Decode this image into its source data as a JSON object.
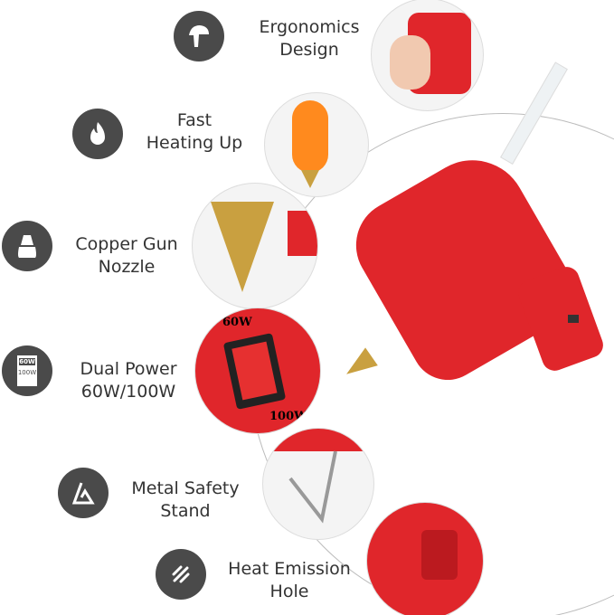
{
  "features": [
    {
      "line1": "Ergonomics",
      "line2": "Design",
      "icon": "hand-grip-icon"
    },
    {
      "line1": "Fast",
      "line2": "Heating Up",
      "icon": "flame-icon"
    },
    {
      "line1": "Copper Gun",
      "line2": "Nozzle",
      "icon": "nozzle-icon"
    },
    {
      "line1": "Dual Power",
      "line2": "60W/100W",
      "icon": "power-switch-icon",
      "icon_top": "60W",
      "icon_bottom": "100W"
    },
    {
      "line1": "Metal Safety",
      "line2": "Stand",
      "icon": "stand-icon"
    },
    {
      "line1": "Heat Emission",
      "line2": "Hole",
      "icon": "vent-icon"
    }
  ],
  "switch_photo": {
    "top": "60W",
    "bottom": "100W"
  },
  "colors": {
    "icon_bg": "#4a4a4a",
    "gun_red": "#e0262b",
    "brass": "#c9a040"
  }
}
